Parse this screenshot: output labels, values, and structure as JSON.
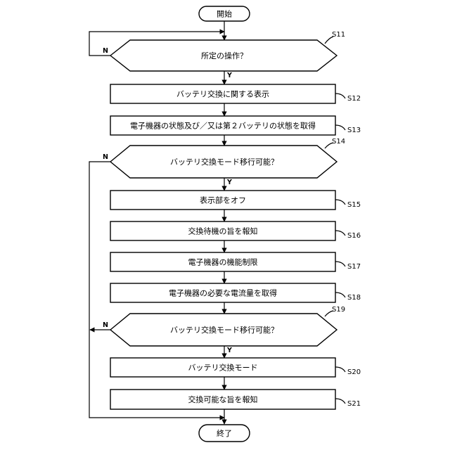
{
  "nodes": {
    "start": {
      "label": "開始"
    },
    "s11": {
      "label": "所定の操作？",
      "step": "S11"
    },
    "s12": {
      "label": "バッテリ交換に関する表示",
      "step": "S12"
    },
    "s13": {
      "label": "電子機器の状態及び／又は第２バッテリの状態を取得",
      "step": "S13"
    },
    "s14": {
      "label": "バッテリ交換モード移行可能？",
      "step": "S14"
    },
    "s15": {
      "label": "表示部をオフ",
      "step": "S15"
    },
    "s16": {
      "label": "交換待機の旨を報知",
      "step": "S16"
    },
    "s17": {
      "label": "電子機器の機能制限",
      "step": "S17"
    },
    "s18": {
      "label": "電子機器の必要な電流量を取得",
      "step": "S18"
    },
    "s19": {
      "label": "バッテリ交換モード移行可能？",
      "step": "S19"
    },
    "s20": {
      "label": "バッテリ交換モード",
      "step": "S20"
    },
    "s21": {
      "label": "交換可能な旨を報知",
      "step": "S21"
    },
    "end": {
      "label": "終了"
    }
  },
  "branch_labels": {
    "s11_no": "N",
    "s11_yes": "Y",
    "s14_no": "N",
    "s14_yes": "Y",
    "s19_no": "N",
    "s19_yes": "Y"
  }
}
